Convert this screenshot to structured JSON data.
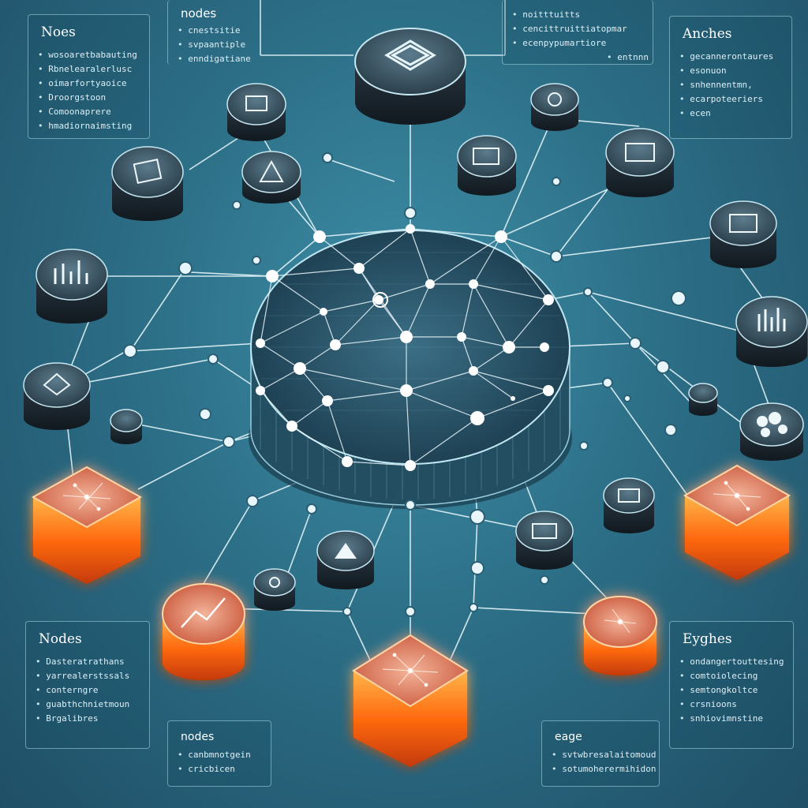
{
  "panels": {
    "top_left": {
      "title": "Noes",
      "items": [
        "wosoaretbabauting",
        "Rbnelearalerlusc",
        "oimarfortyaoice",
        "Droorgstoon",
        "Comoonaprere",
        "hmadiornaimsting"
      ]
    },
    "top_center_left": {
      "title": "nodes",
      "items": [
        "cnestsitie",
        "svpaantiple",
        "enndigatiane"
      ]
    },
    "top_center_right": {
      "title": "",
      "items": [
        "noitttuitts",
        "cencittruittiatopmar",
        "ecenpypumartiore",
        "entnnn"
      ]
    },
    "top_right": {
      "title": "Anches",
      "items": [
        "gecannerontaures",
        "esonuon",
        "snhennentmn,",
        "ecarpoteeriers",
        "ecen"
      ]
    },
    "bottom_left": {
      "title": "Nodes",
      "items": [
        "Dasteratrathans",
        "yarrealerstssals",
        "conterngre",
        "guabthchnietmoun",
        "Brgalibres"
      ]
    },
    "bottom_center_left": {
      "title": "nodes",
      "items": [
        "canbmnotgein",
        "cricbicen"
      ]
    },
    "bottom_center_right": {
      "title": "eage",
      "items": [
        "svtwbresalaitomoud",
        "sotumoherermihidon"
      ]
    },
    "bottom_right": {
      "title": "Eyghes",
      "items": [
        "ondangertouttesing",
        "comtoiolecing",
        "semtongkoltce",
        "crsnioons",
        "snhiovimnstine"
      ]
    }
  },
  "icons": [
    "stack-icon",
    "table-icon",
    "pyramid-icon",
    "chart-icon",
    "people-icon",
    "triangle-icon",
    "shield-icon",
    "barcode-icon"
  ],
  "colors": {
    "accent_orange": "#ff7a1a",
    "link_white": "#e8f6fb",
    "node_dark": "#1d2b35",
    "background": "#2c6f87"
  }
}
